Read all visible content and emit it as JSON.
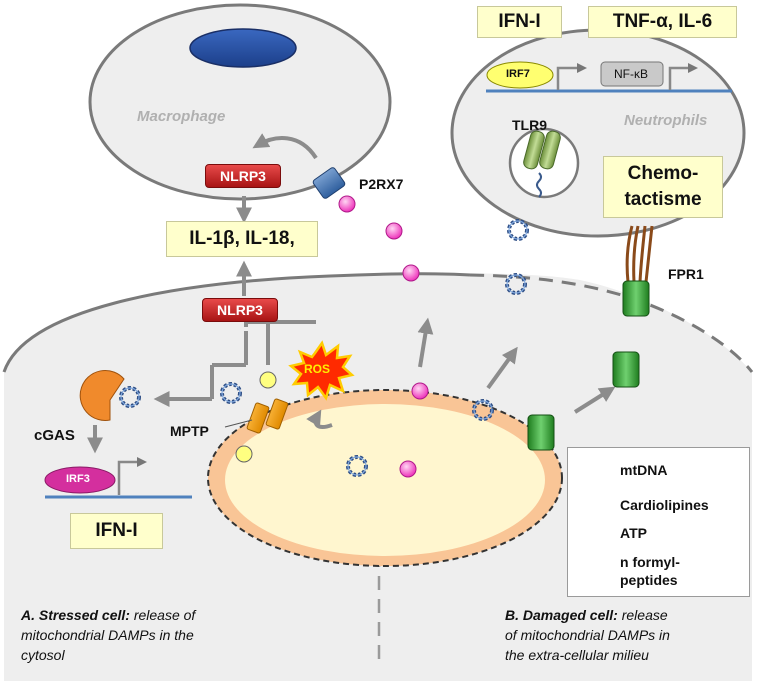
{
  "cells": {
    "macrophage": "Macrophage",
    "neutrophils": "Neutrophils"
  },
  "labels": {
    "p2rx7": "P2RX7",
    "tlr9": "TLR9",
    "fpr1": "FPR1",
    "cgas": "cGAS",
    "mptp": "MPTP",
    "ros": "ROS",
    "irf7": "IRF7",
    "nfkb": "NF-κB",
    "irf3": "IRF3",
    "nlrp3_top": "NLRP3",
    "nlrp3_mid": "NLRP3"
  },
  "boxes": {
    "ifn_top": "IFN-I",
    "tnf_il6": "TNF-α, IL-6",
    "chemo_line1": "Chemo-",
    "chemo_line2": "tactisme",
    "il1b": "IL-1β, IL-18,",
    "ifn_bottom": "IFN-I"
  },
  "legend": {
    "mtdna": "mtDNA",
    "cardiolipines": "Cardiolipines",
    "atp": "ATP",
    "formyl_line1": "n formyl-",
    "formyl_line2": "peptides"
  },
  "captions": {
    "a_bold": "A. Stressed cell:",
    "a_rest1": " release of",
    "a_line2": "mitochondrial DAMPs in the",
    "a_line3": "cytosol",
    "b_bold": "B. Damaged cell:",
    "b_rest1": " release",
    "b_line2": "of mitochondrial DAMPs in",
    "b_line3": "the extra-cellular milieu"
  },
  "colors": {
    "cell_fill": "#eeeeee",
    "cell_border": "#7a7a7a",
    "mito_fill": "#fff6cf",
    "mito_outer": "#f7c193",
    "atp": "#ff77dd",
    "cardiolipin": "#ffff80",
    "peptide": "#33a633",
    "mtdna": "#3a5a8c",
    "nlrp3": "#cc2222",
    "arrow": "#8c8c8c",
    "membrane": "#4f81bd"
  }
}
